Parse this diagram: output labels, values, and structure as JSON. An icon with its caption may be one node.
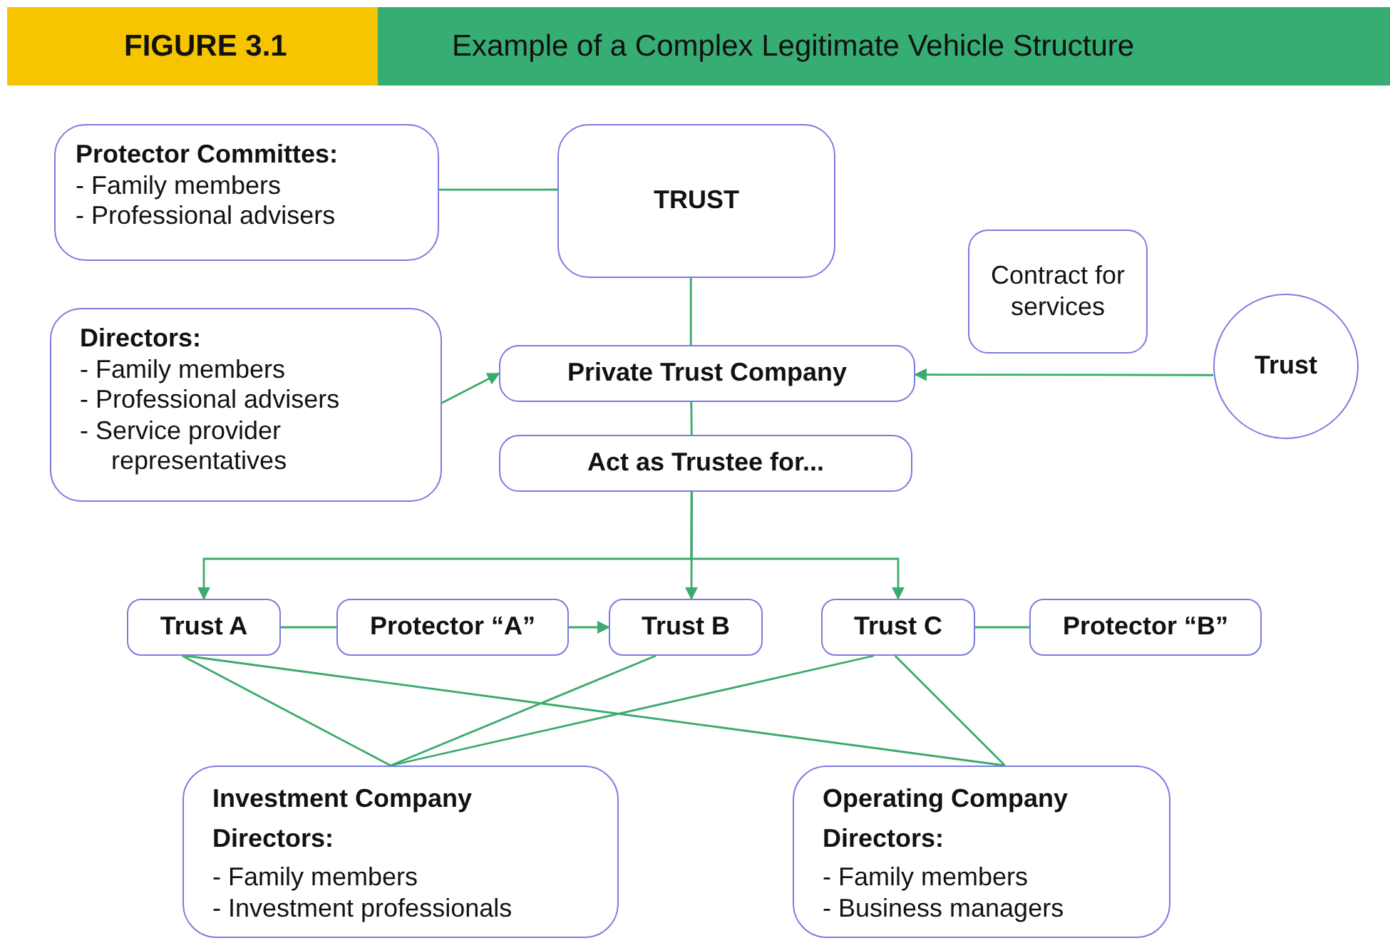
{
  "diagram": {
    "title": "Example of a Complex Legitimate Vehicle Structure",
    "nodes": [
      {
        "text": [
          "Protector Committes:",
          "- Family members",
          "- Professional advisers"
        ]
      },
      {
        "text": [
          "TRUST"
        ]
      },
      {
        "text": [
          "Directors:",
          "- Family members",
          "- Professional advisers",
          "- Service provider representatives"
        ]
      },
      {
        "text": [
          "Private Trust Company"
        ]
      },
      {
        "text": [
          "Contract for services"
        ]
      },
      {
        "text": [
          "Trust"
        ]
      },
      {
        "text": [
          "Act as Trustee for..."
        ]
      },
      {
        "text": [
          "Trust A"
        ]
      },
      {
        "text": [
          "Protector “A”"
        ]
      },
      {
        "text": [
          "Trust B"
        ]
      },
      {
        "text": [
          "Trust C"
        ]
      },
      {
        "text": [
          "Protector “B”"
        ]
      },
      {
        "text": [
          "Investment Company",
          "Directors:",
          "- Family members",
          "- Investment professionals"
        ]
      },
      {
        "text": [
          "Operating Company",
          "Directors:",
          "- Family members",
          "- Business managers"
        ]
      }
    ],
    "edges": [
      {
        "from": 0,
        "to": 1,
        "arrow": "none"
      },
      {
        "from": 1,
        "to": 3,
        "arrow": "none"
      },
      {
        "from": 2,
        "to": 3,
        "arrow": "to"
      },
      {
        "from": 5,
        "to": 3,
        "arrow": "to"
      },
      {
        "from": 3,
        "to": 6,
        "arrow": "none"
      },
      {
        "from": 6,
        "to": 7,
        "arrow": "to"
      },
      {
        "from": 6,
        "to": 9,
        "arrow": "to"
      },
      {
        "from": 6,
        "to": 10,
        "arrow": "to"
      },
      {
        "from": 7,
        "to": 8,
        "arrow": "none"
      },
      {
        "from": 8,
        "to": 9,
        "arrow": "to"
      },
      {
        "from": 10,
        "to": 11,
        "arrow": "none"
      },
      {
        "from": 7,
        "to": 12,
        "arrow": "none"
      },
      {
        "from": 7,
        "to": 13,
        "arrow": "none"
      },
      {
        "from": 9,
        "to": 12,
        "arrow": "none"
      },
      {
        "from": 10,
        "to": 12,
        "arrow": "none"
      },
      {
        "from": 10,
        "to": 13,
        "arrow": "none"
      }
    ],
    "labels": [
      "FIGURE 3.1"
    ]
  }
}
